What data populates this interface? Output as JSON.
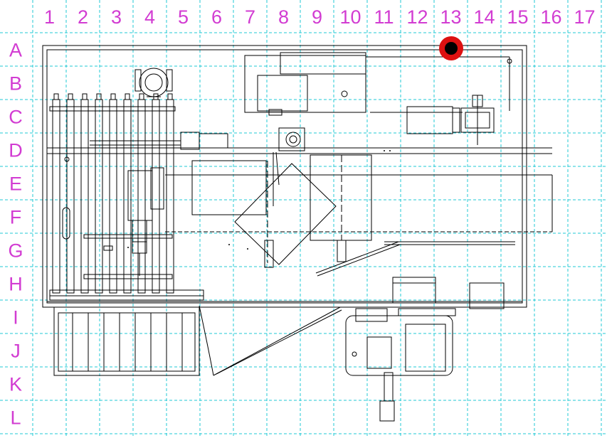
{
  "grid": {
    "col_labels": [
      "1",
      "2",
      "3",
      "4",
      "5",
      "6",
      "7",
      "8",
      "9",
      "10",
      "11",
      "12",
      "13",
      "14",
      "15",
      "16",
      "17"
    ],
    "row_labels": [
      "A",
      "B",
      "C",
      "D",
      "E",
      "F",
      "G",
      "H",
      "I",
      "J",
      "K",
      "L"
    ],
    "line_color": "#22c8d4",
    "label_color": "#d23cd2"
  },
  "drawing": {
    "line_color": "#000000",
    "marker_outer_color": "#dd1111",
    "marker_inner_color": "#000000"
  }
}
